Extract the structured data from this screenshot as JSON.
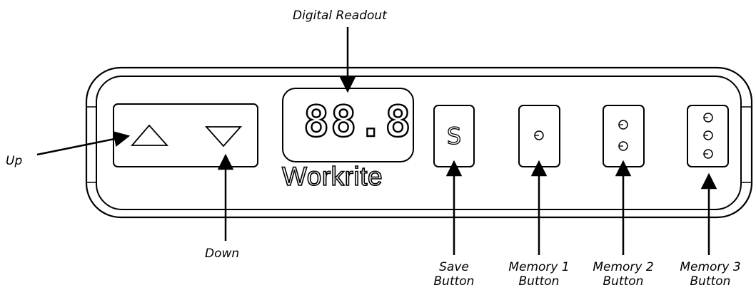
{
  "labels": {
    "digital_readout": "Digital Readout",
    "up": "Up",
    "down": "Down",
    "save_button": [
      "Save",
      "Button"
    ],
    "memory1_button": [
      "Memory 1",
      "Button"
    ],
    "memory2_button": [
      "Memory 2",
      "Button"
    ],
    "memory3_button": [
      "Memory 3",
      "Button"
    ]
  },
  "panel": {
    "display_value": "88.8",
    "brand": "Workrite",
    "save_key": "S"
  }
}
